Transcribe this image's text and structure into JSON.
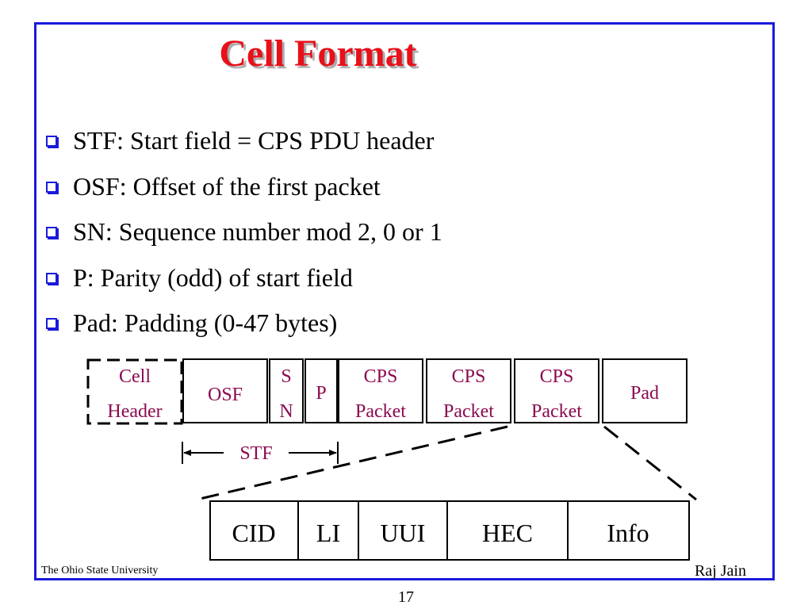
{
  "title": "Cell Format",
  "bullets": [
    "STF: Start field = CPS PDU header",
    "OSF: Offset of the first packet",
    "SN: Sequence number mod 2, 0 or 1",
    "P: Parity (odd) of start field",
    "Pad: Padding (0-47 bytes)"
  ],
  "cell_fields": {
    "cell_header": [
      "Cell",
      "Header"
    ],
    "osf": "OSF",
    "sn": [
      "S",
      "N"
    ],
    "p": "P",
    "cps_packet_1": [
      "CPS",
      "Packet"
    ],
    "cps_packet_2": [
      "CPS",
      "Packet"
    ],
    "cps_packet_3": [
      "CPS",
      "Packet"
    ],
    "pad": "Pad"
  },
  "stf_label": "STF",
  "packet_fields": [
    "CID",
    "LI",
    "UUI",
    "HEC",
    "Info"
  ],
  "colors": {
    "title": "#e8101a",
    "frame": "#1a1adb",
    "diagram_text": "#8b0a50",
    "bullet_box": "#1a1adb"
  },
  "footer": {
    "left": "The Ohio State University",
    "right": "Raj Jain"
  },
  "page_number": "17"
}
